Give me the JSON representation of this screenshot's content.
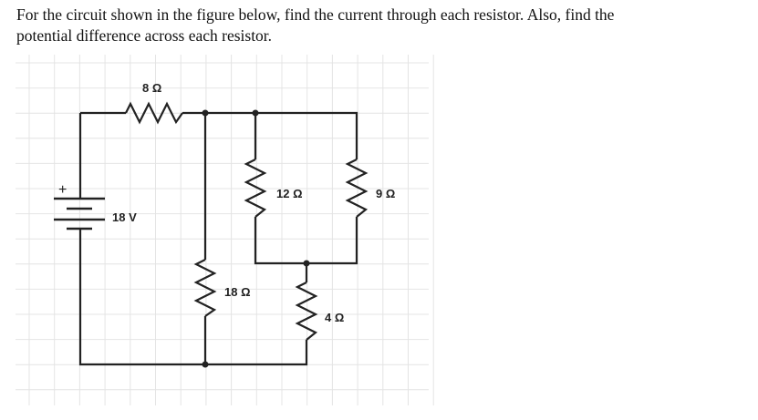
{
  "question": {
    "line1": "For the circuit shown in the figure below, find the current through each resistor. Also, find the",
    "line2": "potential difference across each resistor."
  },
  "circuit": {
    "battery": {
      "label": "18 V",
      "polarity": "+"
    },
    "resistors": {
      "r8": "8 Ω",
      "r12": "12 Ω",
      "r9": "9 Ω",
      "r18": "18 Ω",
      "r4": "4 Ω"
    }
  }
}
